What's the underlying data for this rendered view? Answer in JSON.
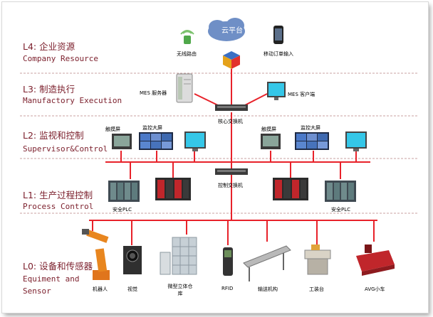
{
  "layers": {
    "l4": {
      "cn": "L4: 企业资源",
      "en": "Company Resource"
    },
    "l3": {
      "cn": "L3: 制造执行",
      "en": "Manufactory Execution"
    },
    "l2": {
      "cn": "L2: 监视和控制",
      "en": "Supervisor&Control"
    },
    "l1": {
      "cn": "L1: 生产过程控制",
      "en": "Process Control"
    },
    "l0": {
      "cn": "L0: 设备和传感器",
      "en1": "Equiment and",
      "en2": "Sensor"
    }
  },
  "labels": {
    "cloud": "云平台",
    "wifi_router": "无线路由",
    "mobile_order": "移动订单输入",
    "mes_server": "MES 服务器",
    "mes_client": "MES 客户端",
    "core_switch": "核心交换机",
    "touch_left": "触摸屏",
    "monitor_left": "监控大屏",
    "touch_right": "触摸屏",
    "monitor_right": "监控大屏",
    "control_switch": "控制交换机",
    "plc_left": "安全PLC",
    "plc_right": "安全PLC",
    "robot": "机器人",
    "vision": "视觉",
    "warehouse": "微型立体仓库",
    "rfid": "RFID",
    "conveyor": "输送机构",
    "workstation": "工装台",
    "agv": "AVG小车"
  },
  "colors": {
    "accent_red": "#e8222a",
    "layer_text": "#7b1e2b",
    "dash": "#c9a0a0"
  }
}
